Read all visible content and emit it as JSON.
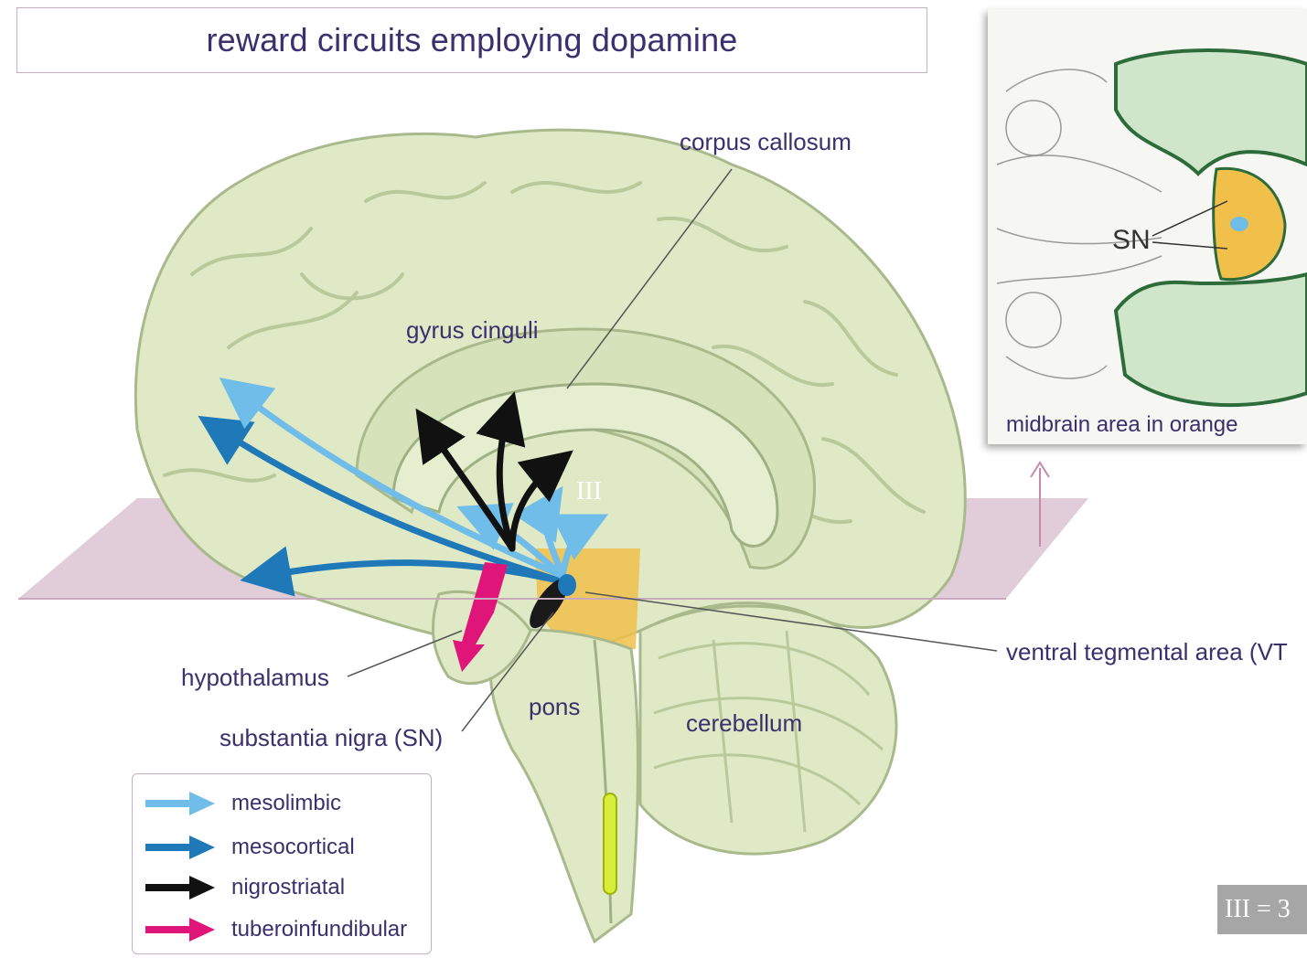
{
  "title": "reward circuits employing dopamine",
  "labels": {
    "corpus_callosum": "corpus callosum",
    "gyrus_cinguli": "gyrus cinguli",
    "third_ventricle": "III",
    "hypothalamus": "hypothalamus",
    "substantia_nigra": "substantia nigra (SN)",
    "pons": "pons",
    "cerebellum": "cerebellum",
    "vta": "ventral tegmental area (VT"
  },
  "inset": {
    "sn_label": "SN",
    "caption": "midbrain area in orange"
  },
  "legend": [
    {
      "label": "mesolimbic",
      "color": "#6fbde8"
    },
    {
      "label": "mesocortical",
      "color": "#1f78b8"
    },
    {
      "label": "nigrostriatal",
      "color": "#111111"
    },
    {
      "label": "tuberoinfundibular",
      "color": "#e0157a"
    }
  ],
  "footnote": "III = 3",
  "colors": {
    "brain": "#dfe9c6",
    "brain_outline": "#a9b98c",
    "plane": "#d9bfd0",
    "midbrain": "#f0c04a",
    "text": "#3b2f6e"
  }
}
